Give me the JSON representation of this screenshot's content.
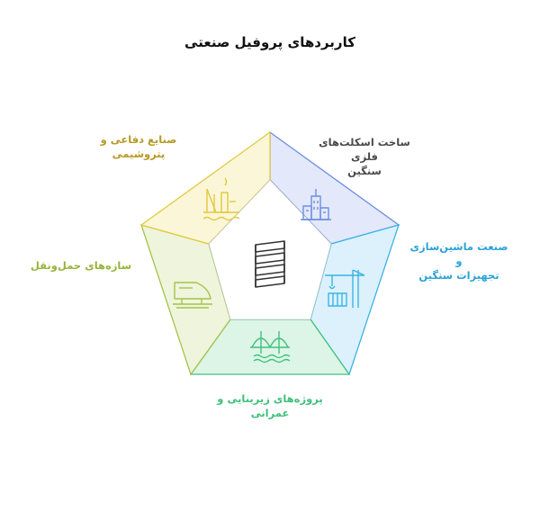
{
  "title": "کاربردهای پروفیل صنعتی",
  "segments": [
    {
      "label_line1": "ساخت اسکلت‌های فلزی",
      "label_line2": "سنگین",
      "color": "#4a4a4a",
      "accent": "#6b8fe0",
      "fill": "#e3e8fb",
      "icon": "skyscraper-icon"
    },
    {
      "label_line1": "صنعت ماشین‌سازی و",
      "label_line2": "تجهیزات سنگین",
      "color": "#2ba3d8",
      "accent": "#3bb3e5",
      "fill": "#dcf1fb",
      "icon": "crane-icon"
    },
    {
      "label_line1": "پروژه‌های زیربنایی و",
      "label_line2": "عمرانی",
      "color": "#3fbf7a",
      "accent": "#43c07f",
      "fill": "#dcf5e6",
      "icon": "bridge-icon"
    },
    {
      "label_line1": "سازه‌های حمل‌ونقل",
      "label_line2": "",
      "color": "#98b33a",
      "accent": "#a6c24a",
      "fill": "#eef5dc",
      "icon": "train-icon"
    },
    {
      "label_line1": "صنایع دفاعی و",
      "label_line2": "پتروشیمی",
      "color": "#b59a25",
      "accent": "#e2c93d",
      "fill": "#fbf6d8",
      "icon": "refinery-icon"
    }
  ],
  "center_icon": "steel-coil-icon"
}
